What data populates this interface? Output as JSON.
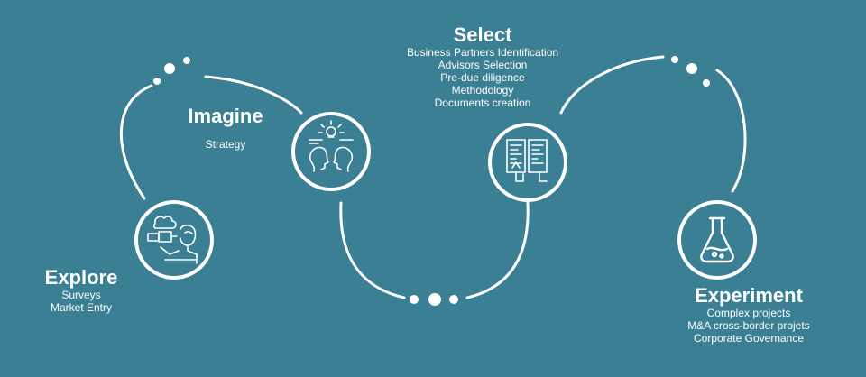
{
  "colors": {
    "background": "#3a7f94",
    "line": "#ffffff"
  },
  "stages": [
    {
      "id": "explore",
      "title": "Explore",
      "icon": "telescope-person-icon",
      "items": [
        "Surveys",
        "Market Entry"
      ]
    },
    {
      "id": "imagine",
      "title": "Imagine",
      "icon": "brainstorm-heads-icon",
      "items": [
        "Strategy"
      ]
    },
    {
      "id": "select",
      "title": "Select",
      "icon": "documents-selection-icon",
      "items": [
        "Business Partners Identification",
        "Advisors Selection",
        "Pre-due diligence",
        "Methodology",
        "Documents creation"
      ]
    },
    {
      "id": "experiment",
      "title": "Experiment",
      "icon": "flask-icon",
      "items": [
        "Complex projects",
        "M&A cross-border projets",
        "Corporate Governance"
      ]
    }
  ]
}
